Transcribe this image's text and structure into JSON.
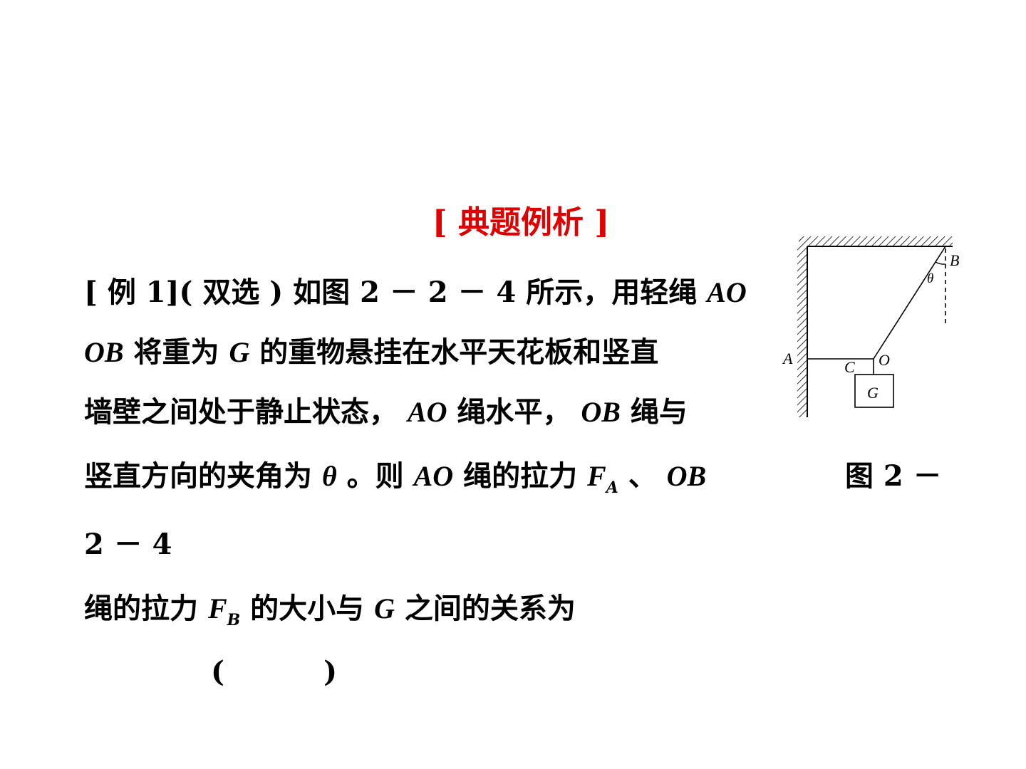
{
  "title": "[ 典题例析 ]",
  "problem": {
    "line1": {
      "lead": "[ 例 1]( 双选 ) 如图 2 － 2 － 4 所示，用轻绳 ",
      "var1": "AO"
    },
    "line2": {
      "var1": "OB",
      "t1": " 将重为 ",
      "var2": "G",
      "t2": " 的重物悬挂在水平天花板和竖直"
    },
    "line3": {
      "t1": "墙壁之间处于静止状态， ",
      "var1": "AO",
      "t2": " 绳水平， ",
      "var2": "OB",
      "t3": " 绳与"
    },
    "line4": {
      "t1": "竖直方向的夹角为 ",
      "var1": "θ",
      "t2": " 。则 ",
      "var2": "AO",
      "t3": " 绳的拉力 ",
      "var3": "F",
      "sub3": "A",
      "t4": " 、 ",
      "var4": "OB"
    },
    "figure_caption_a": "图 2 －",
    "line5": "2 － 4",
    "line6": {
      "t1": "绳的拉力 ",
      "var1": "F",
      "sub1": "B",
      "t2": " 的大小与 ",
      "var2": "G",
      "t3": " 之间的关系为"
    },
    "answer_blank": "(          )"
  },
  "figure": {
    "labels": {
      "A": "A",
      "B": "B",
      "C": "C",
      "O": "O",
      "G": "G",
      "theta": "θ"
    }
  },
  "colors": {
    "title": "#e00000",
    "text": "#000000"
  }
}
